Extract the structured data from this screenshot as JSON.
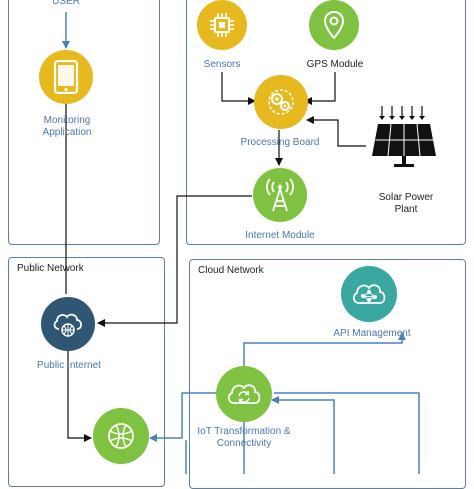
{
  "colors": {
    "panel_border": "#5a7fa8",
    "yellow": "#e6b91e",
    "green": "#7fc241",
    "teal": "#3aa8a0",
    "navy": "#2f5675",
    "arrow_dark": "#111111",
    "arrow_blue": "#4a80b8"
  },
  "panels": {
    "public_network": "Public Network",
    "cloud_network": "Cloud Network"
  },
  "nodes": {
    "user": "USER",
    "monitoring_app": "Monitoring\nApplication",
    "sensors": "Sensors",
    "gps": "GPS Module",
    "processing_board": "Processing Board",
    "solar": "Solar Power\nPlant",
    "internet_module": "Internet Module",
    "public_internet": "Public Internet",
    "api_management": "API Management",
    "iot": "IoT Transformation &\nConnectivity"
  },
  "icons": {
    "monitoring_app": "smartphone-icon",
    "sensors": "chip-icon",
    "gps": "map-pin-icon",
    "processing_board": "gears-icon",
    "solar": "solar-panel-icon",
    "internet_module": "antenna-icon",
    "public_internet": "cloud-globe-icon",
    "api_management": "cloud-network-icon",
    "iot": "cloud-sync-icon",
    "bottom_node": "globe-icon"
  }
}
